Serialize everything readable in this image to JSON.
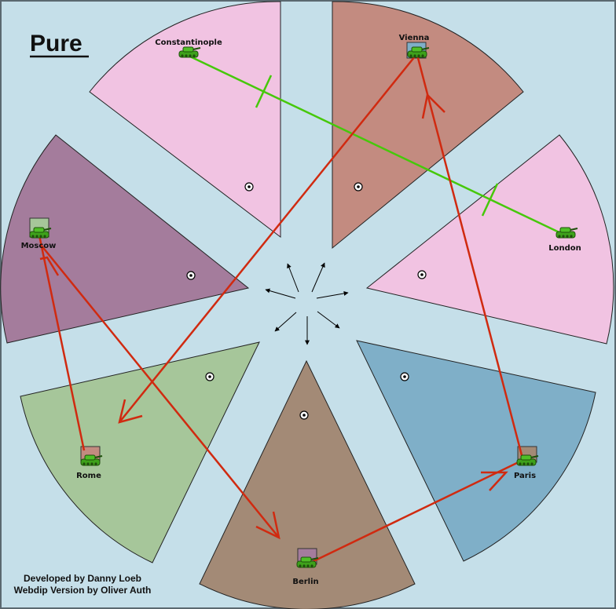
{
  "map": {
    "title": "Pure",
    "credits": [
      "Developed by Danny Loeb",
      "Webdip Version by Oliver Auth"
    ]
  },
  "colors": {
    "water": "#c5dfe9",
    "constantinople": "#f1c3e2",
    "vienna": "#c38b80",
    "london": "#f1c3e2",
    "moscow": "#a47c9c",
    "rome": "#a6c69a",
    "berlin": "#a38a76",
    "paris": "#7fafc8",
    "move_order": "#d02a10",
    "support_order": "#46c80a",
    "unit": "#3ea11b"
  },
  "territories": [
    {
      "id": "constantinople",
      "label": "Constantinople",
      "sc_box": false
    },
    {
      "id": "vienna",
      "label": "Vienna",
      "sc_box": true,
      "sc_color": "#7fafc8"
    },
    {
      "id": "london",
      "label": "London",
      "sc_box": false
    },
    {
      "id": "moscow",
      "label": "Moscow",
      "sc_box": true,
      "sc_color": "#a6c69a"
    },
    {
      "id": "rome",
      "label": "Rome",
      "sc_box": true,
      "sc_color": "#c38b80"
    },
    {
      "id": "berlin",
      "label": "Berlin",
      "sc_box": true,
      "sc_color": "#a47c9c"
    },
    {
      "id": "paris",
      "label": "Paris",
      "sc_box": true,
      "sc_color": "#a38a76"
    }
  ],
  "units": [
    {
      "territory": "constantinople",
      "type": "army-icon"
    },
    {
      "territory": "vienna",
      "type": "army-icon"
    },
    {
      "territory": "london",
      "type": "army-icon"
    },
    {
      "territory": "moscow",
      "type": "army-icon"
    },
    {
      "territory": "rome",
      "type": "army-icon"
    },
    {
      "territory": "berlin",
      "type": "army-icon"
    },
    {
      "territory": "paris",
      "type": "army-icon"
    }
  ],
  "orders": [
    {
      "type": "support",
      "from": "constantinople",
      "to": "london"
    },
    {
      "type": "move",
      "from": "vienna",
      "to": "rome"
    },
    {
      "type": "move",
      "from": "paris",
      "to": "vienna"
    },
    {
      "type": "move",
      "from": "rome",
      "to": "moscow"
    },
    {
      "type": "move",
      "from": "moscow",
      "to": "berlin"
    },
    {
      "type": "move",
      "from": "berlin",
      "to": "paris"
    }
  ],
  "compass": {
    "icon": "compass-arrows-icon"
  }
}
